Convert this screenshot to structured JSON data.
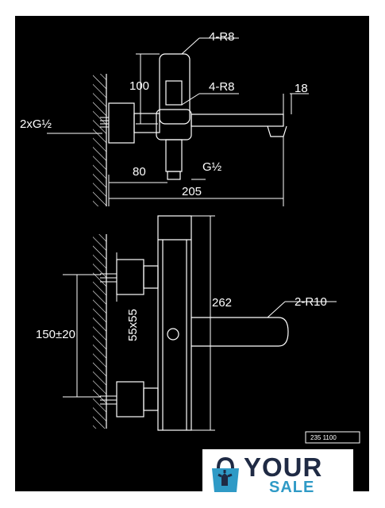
{
  "dimensions": {
    "radius_top": "4-R8",
    "radius_mid": "4-R8",
    "height_100": "100",
    "spout_18": "18",
    "thread_inlet": "2xG½",
    "depth_80": "80",
    "thread_outlet": "G½",
    "length_205": "205",
    "height_262": "262",
    "radius_lever": "2-R10",
    "spacing": "150±20",
    "square": "55x55"
  },
  "reference_code": "235 1100",
  "logo": {
    "word_1": "YOUR",
    "word_2": "SALE",
    "colors": {
      "dark": "#1f2a44",
      "accent": "#2f9ac6"
    }
  },
  "colors": {
    "background": "#000000",
    "lines": "#ffffff"
  }
}
